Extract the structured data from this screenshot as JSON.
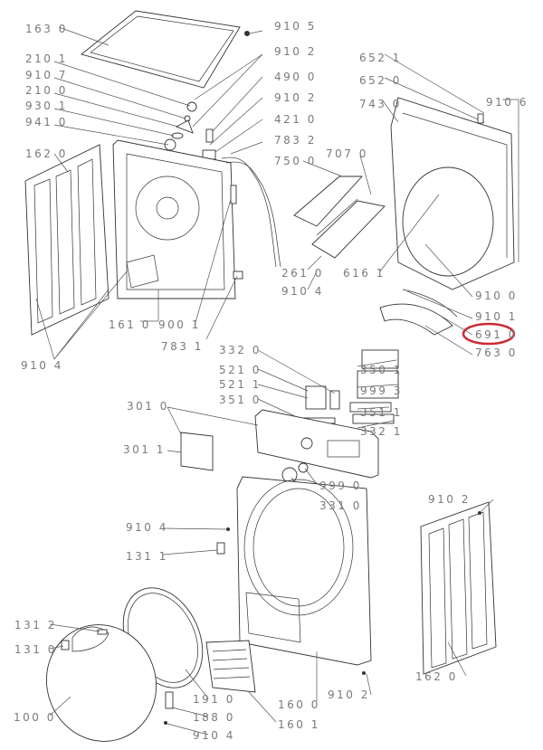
{
  "diagram": {
    "highlight_color": "#cc2a36",
    "highlighted_part": "691 0",
    "labels": [
      "163 0",
      "910 5",
      "910 2",
      "210 1",
      "910 7",
      "210 0",
      "930 1",
      "941 0",
      "490 0",
      "910 2",
      "421 0",
      "783 2",
      "162 0",
      "750 0",
      "707 0",
      "652 1",
      "652 0",
      "743 0",
      "910 6",
      "261 0",
      "910 4",
      "616 1",
      "910 0",
      "910 1",
      "691 0",
      "763 0",
      "161 0",
      "900 1",
      "783 1",
      "910 4",
      "332 0",
      "521 0",
      "521 1",
      "351 0",
      "301 0",
      "350 1",
      "999 3",
      "351 1",
      "332 1",
      "301 1",
      "999 0",
      "331 0",
      "910 2",
      "910 4",
      "131 1",
      "131 2",
      "131 0",
      "100 0",
      "191 0",
      "188 0",
      "910 4",
      "160 0",
      "910 2",
      "160 1",
      "162 0"
    ]
  }
}
